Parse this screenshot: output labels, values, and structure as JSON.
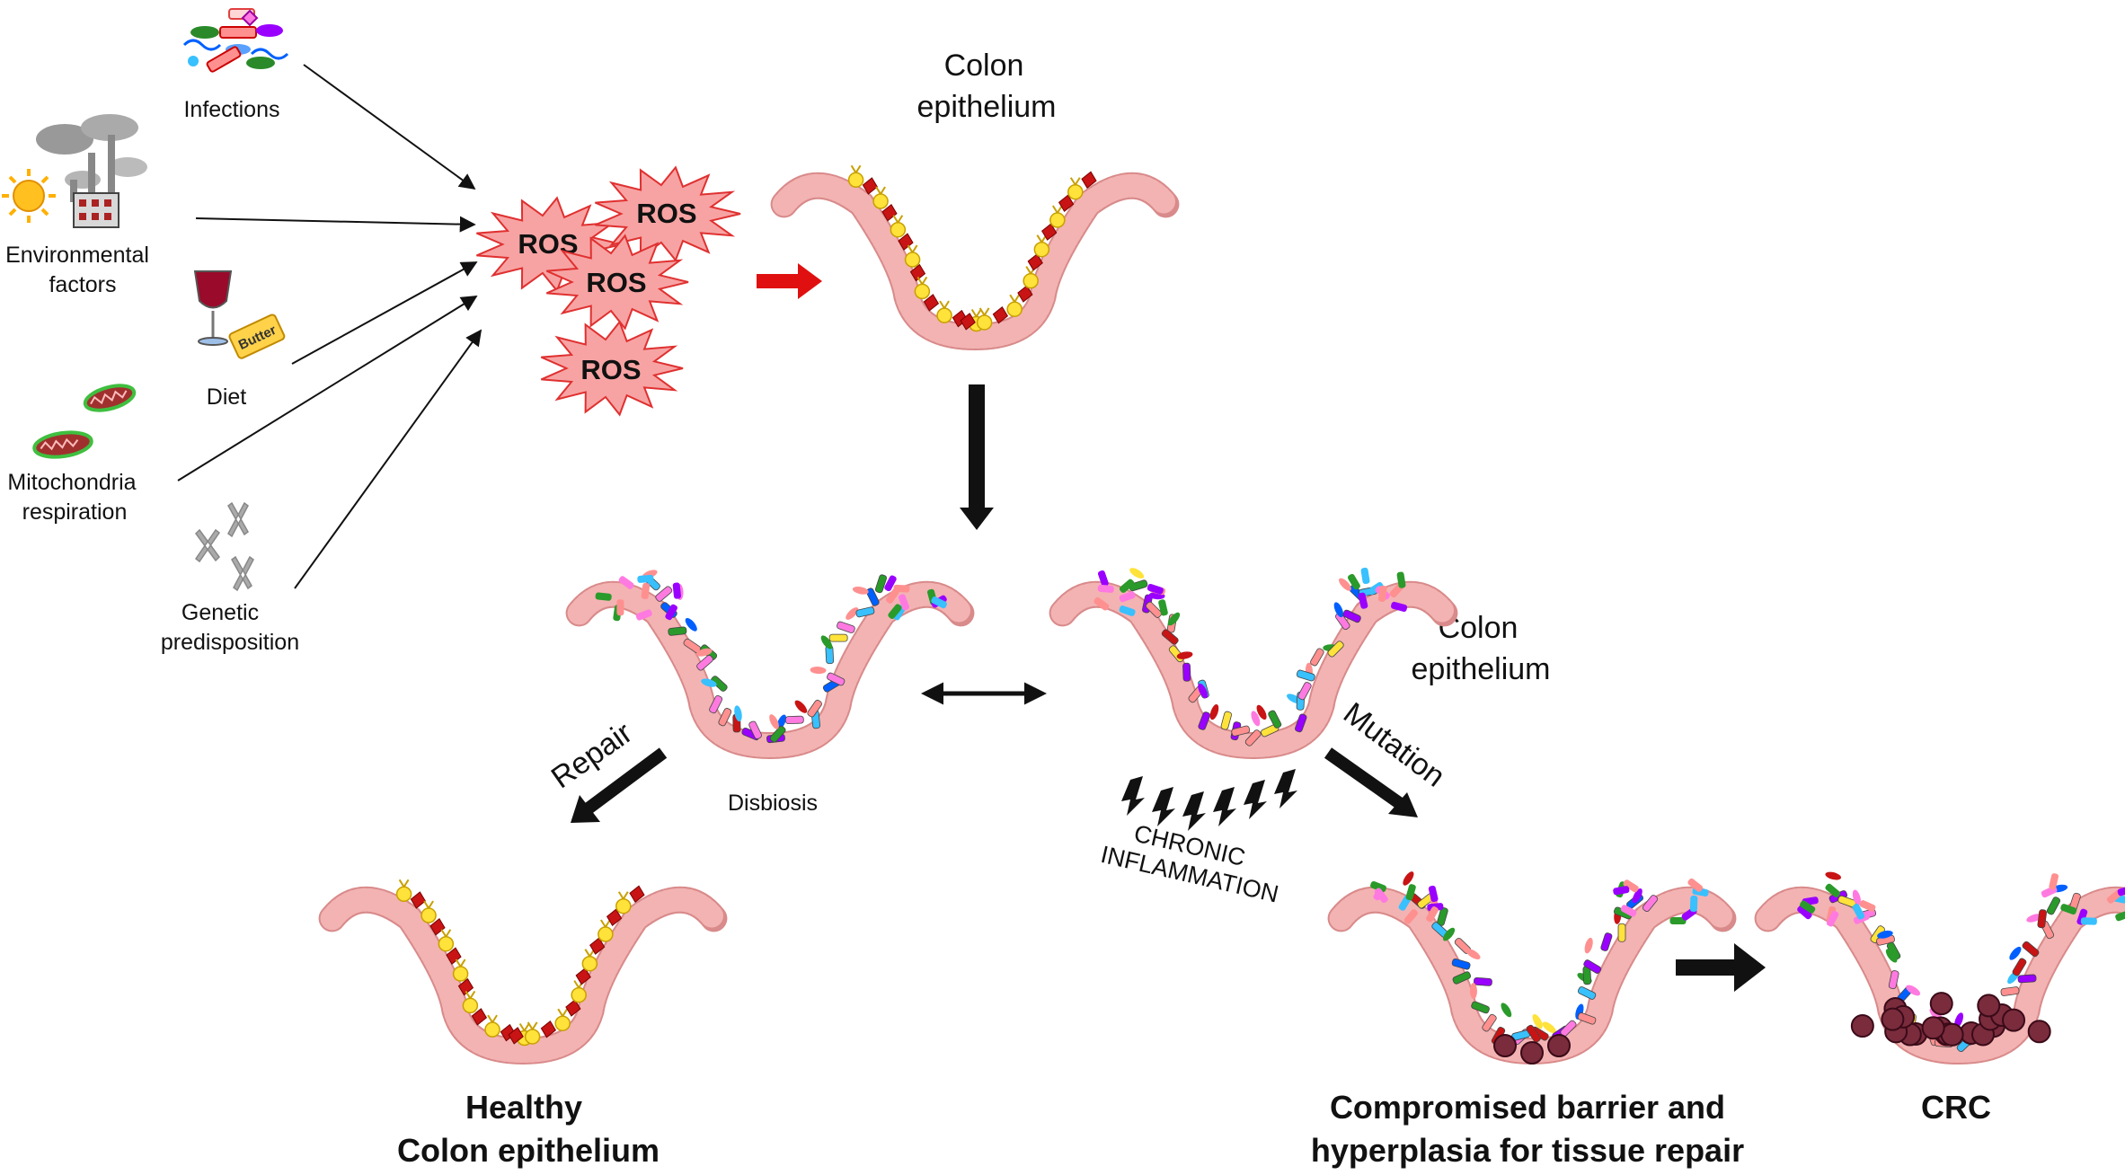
{
  "labels": {
    "infections": "Infections",
    "environmental_1": "Environmental",
    "environmental_2": "factors",
    "diet": "Diet",
    "butter": "Butter",
    "mito_1": "Mitochondria",
    "mito_2": "respiration",
    "genetic_1": "Genetic",
    "genetic_2": "predisposition",
    "ros": "ROS",
    "colon_top_1": "Colon",
    "colon_top_2": "epithelium",
    "colon_mid_1": "Colon",
    "colon_mid_2": "epithelium",
    "disbiosis": "Disbiosis",
    "repair": "Repair",
    "mutation": "Mutation",
    "chronic": "CHRONIC",
    "inflammation": "INFLAMMATION",
    "healthy_1": "Healthy",
    "healthy_2": "Colon epithelium",
    "compromised_1": "Compromised barrier and",
    "compromised_2": "hyperplasia for tissue repair",
    "crc": "CRC"
  },
  "colors": {
    "epithelium": "#f3b3b3",
    "epithelium_line": "#d98a8a",
    "ros_fill": "#f7a3a3",
    "ros_stroke": "#e03030",
    "red_arrow": "#e01010",
    "yellow_cell": "#ffe23a",
    "red_cell": "#c81414",
    "tumor": "#7a2c3c"
  },
  "icons": [
    "bacteria-icon",
    "sun-icon",
    "factory-icon",
    "wine-glass-icon",
    "butter-icon",
    "mitochondria-icon",
    "chromosome-icon",
    "ros-burst-icon"
  ]
}
